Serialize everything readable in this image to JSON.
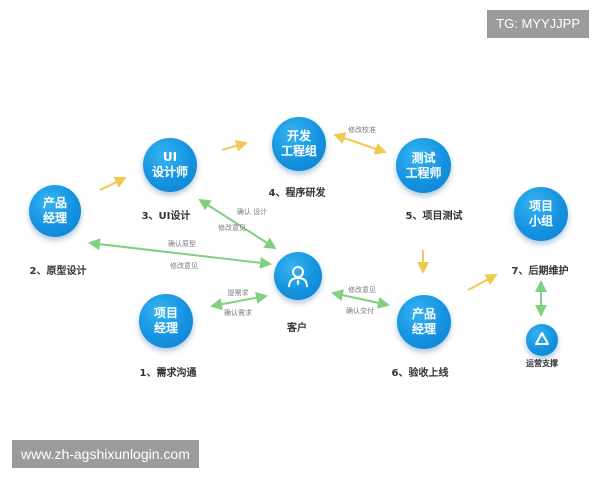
{
  "watermark_top": "TG: MYYJJPP",
  "watermark_bottom": "www.zh-agshixunlogin.com",
  "colors": {
    "node_blue": "#1592df",
    "green_arrow": "#7fd17f",
    "yellow_arrow": "#f2c94c"
  },
  "nodes": {
    "product_manager": {
      "lines": [
        "产品",
        "经理"
      ],
      "caption": "2、原型设计"
    },
    "ui_designer": {
      "lines": [
        "UI",
        "设计师"
      ],
      "caption": "3、UI设计"
    },
    "dev_team": {
      "lines": [
        "开发",
        "工程组"
      ],
      "caption": "4、程序研发"
    },
    "test_engineer": {
      "lines": [
        "测试",
        "工程师"
      ],
      "caption": "5、项目测试"
    },
    "project_team": {
      "lines": [
        "项目",
        "小组"
      ],
      "caption": "7、后期维护"
    },
    "project_manager": {
      "lines": [
        "项目",
        "经理"
      ],
      "caption": "1、需求沟通"
    },
    "customer": {
      "icon": "user-tie-icon",
      "caption": "客户"
    },
    "product_manager_2": {
      "lines": [
        "产品",
        "经理"
      ],
      "caption": "6、验收上线"
    },
    "ops_support": {
      "icon": "recycle-icon",
      "caption": "运营支撑"
    }
  },
  "edge_labels": {
    "dev_test": "修改校准",
    "pm_customer_1": "确认原型",
    "pm_customer_2": "修改意见",
    "ui_customer_1": "确认 设计",
    "ui_customer_2": "修改意见",
    "proj_customer_1": "提需求",
    "proj_customer_2": "确认需求",
    "customer_pm2_1": "修改意见",
    "customer_pm2_2": "确认交付"
  }
}
